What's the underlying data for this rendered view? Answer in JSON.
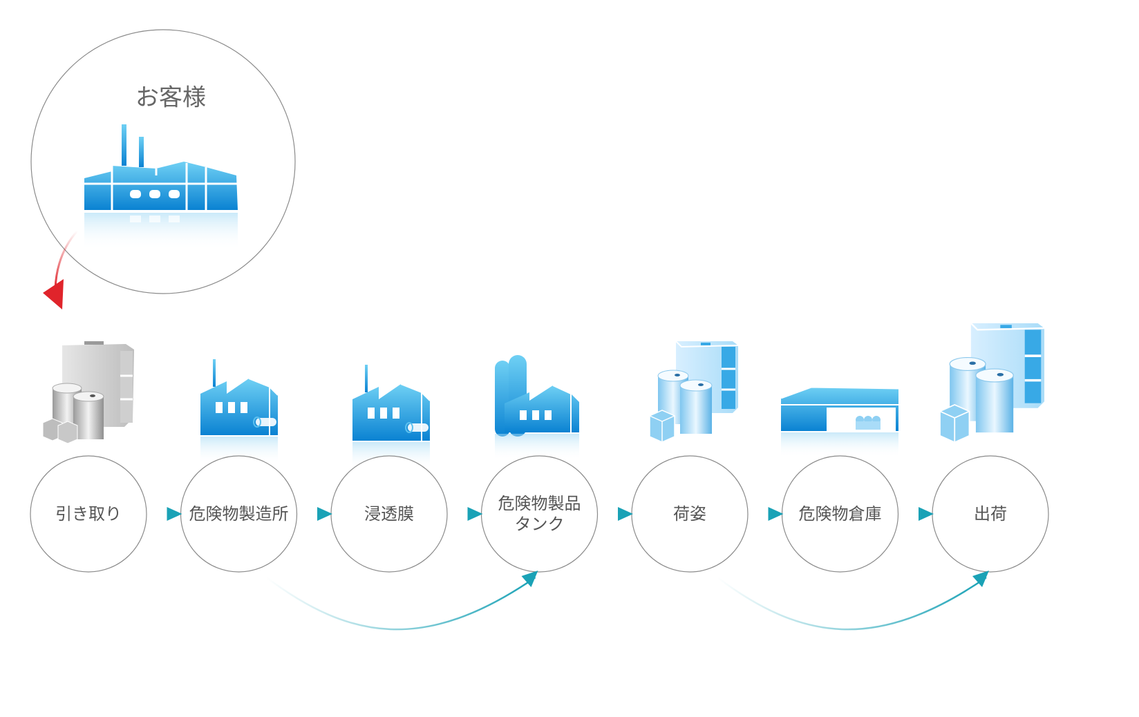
{
  "customer": {
    "label": "お客様",
    "icon": "customer-factory-icon"
  },
  "steps": [
    {
      "id": "pickup",
      "lines": [
        "引き取り"
      ],
      "icon": "ibc-container-drums-icon"
    },
    {
      "id": "manufacturing",
      "lines": [
        "危険物製造所"
      ],
      "icon": "factory-icon"
    },
    {
      "id": "membrane",
      "lines": [
        "浸透膜"
      ],
      "icon": "factory-icon"
    },
    {
      "id": "product-tank",
      "lines": [
        "危険物製品",
        "タンク"
      ],
      "icon": "tank-factory-icon"
    },
    {
      "id": "packing",
      "lines": [
        "荷姿"
      ],
      "icon": "container-drums-icon"
    },
    {
      "id": "warehouse",
      "lines": [
        "危険物倉庫"
      ],
      "icon": "warehouse-icon"
    },
    {
      "id": "shipping",
      "lines": [
        "出荷"
      ],
      "icon": "container-drums-icon"
    }
  ],
  "flow_links": [
    {
      "from": "customer",
      "to": "pickup",
      "style": "curved"
    },
    {
      "from": "pickup",
      "to": "manufacturing",
      "style": "straight"
    },
    {
      "from": "manufacturing",
      "to": "membrane",
      "style": "straight"
    },
    {
      "from": "membrane",
      "to": "product-tank",
      "style": "straight"
    },
    {
      "from": "product-tank",
      "to": "packing",
      "style": "straight"
    },
    {
      "from": "packing",
      "to": "warehouse",
      "style": "straight"
    },
    {
      "from": "warehouse",
      "to": "shipping",
      "style": "straight"
    },
    {
      "from": "manufacturing",
      "to": "product-tank",
      "style": "curved"
    },
    {
      "from": "packing",
      "to": "shipping",
      "style": "curved"
    }
  ],
  "colors": {
    "circle_stroke": "#8a8a8a",
    "text": "#555555",
    "icon_blue_dark": "#0a7fd0",
    "icon_blue_light": "#5cc0ef",
    "icon_gray": "#b8b8b8",
    "arrow_teal": "#1aa2b6",
    "arrow_red": "#e0242b"
  }
}
